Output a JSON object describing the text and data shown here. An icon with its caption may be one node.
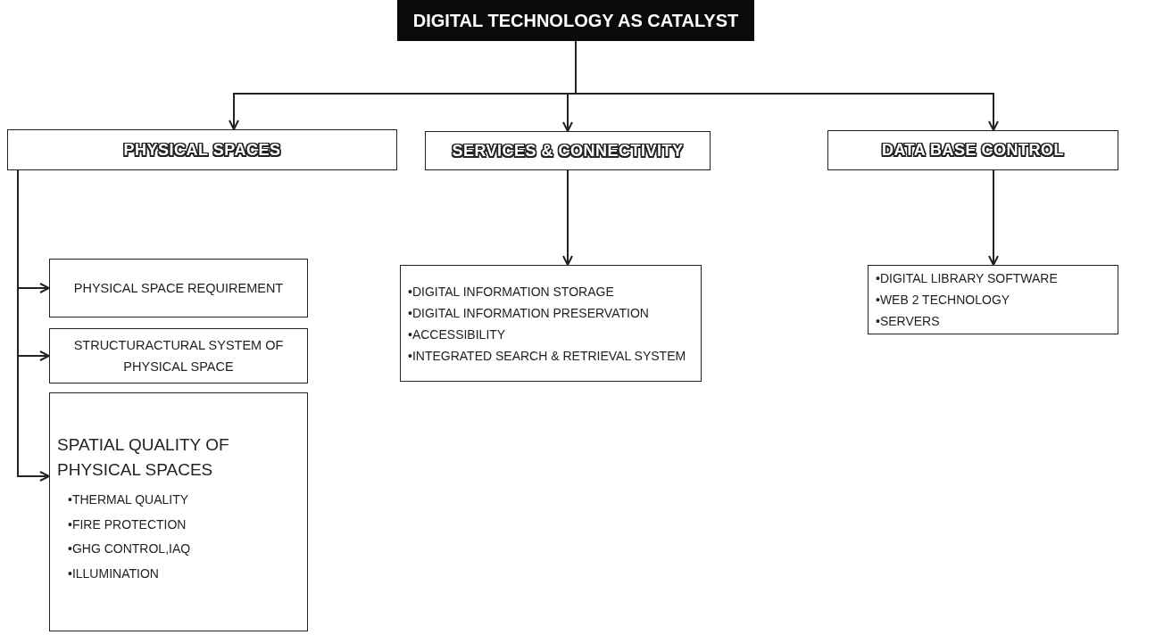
{
  "diagram": {
    "nodes": [
      {
        "text": [
          "DIGITAL TECHNOLOGY AS CATALYST"
        ]
      },
      {
        "text": [
          "PHYSICAL SPACES"
        ]
      },
      {
        "text": [
          "SERVICES & CONNECTIVITY"
        ]
      },
      {
        "text": [
          "DATA BASE CONTROL"
        ]
      },
      {
        "text": [
          "PHYSICAL SPACE REQUIREMENT"
        ]
      },
      {
        "text": [
          "STRUCTURACTURAL SYSTEM OF PHYSICAL SPACE"
        ]
      },
      {
        "text": [
          "SPATIAL QUALITY OF PHYSICAL SPACES",
          "•THERMAL QUALITY",
          "•FIRE PROTECTION",
          "•GHG CONTROL,IAQ",
          "•ILLUMINATION"
        ]
      },
      {
        "text": [
          "•DIGITAL INFORMATION STORAGE",
          "•DIGITAL INFORMATION PRESERVATION",
          "•ACCESSIBILITY",
          "•INTEGRATED SEARCH & RETRIEVAL SYSTEM"
        ]
      },
      {
        "text": [
          "•DIGITAL LIBRARY SOFTWARE",
          "•WEB 2 TECHNOLOGY",
          "•SERVERS"
        ]
      }
    ],
    "edges": [
      {
        "from": 0,
        "to": 1,
        "arrow": "to"
      },
      {
        "from": 0,
        "to": 2,
        "arrow": "to"
      },
      {
        "from": 0,
        "to": 3,
        "arrow": "to"
      },
      {
        "from": 1,
        "to": 4,
        "arrow": "to"
      },
      {
        "from": 1,
        "to": 5,
        "arrow": "to"
      },
      {
        "from": 1,
        "to": 6,
        "arrow": "to"
      },
      {
        "from": 2,
        "to": 7,
        "arrow": "to"
      },
      {
        "from": 3,
        "to": 8,
        "arrow": "to"
      }
    ]
  }
}
